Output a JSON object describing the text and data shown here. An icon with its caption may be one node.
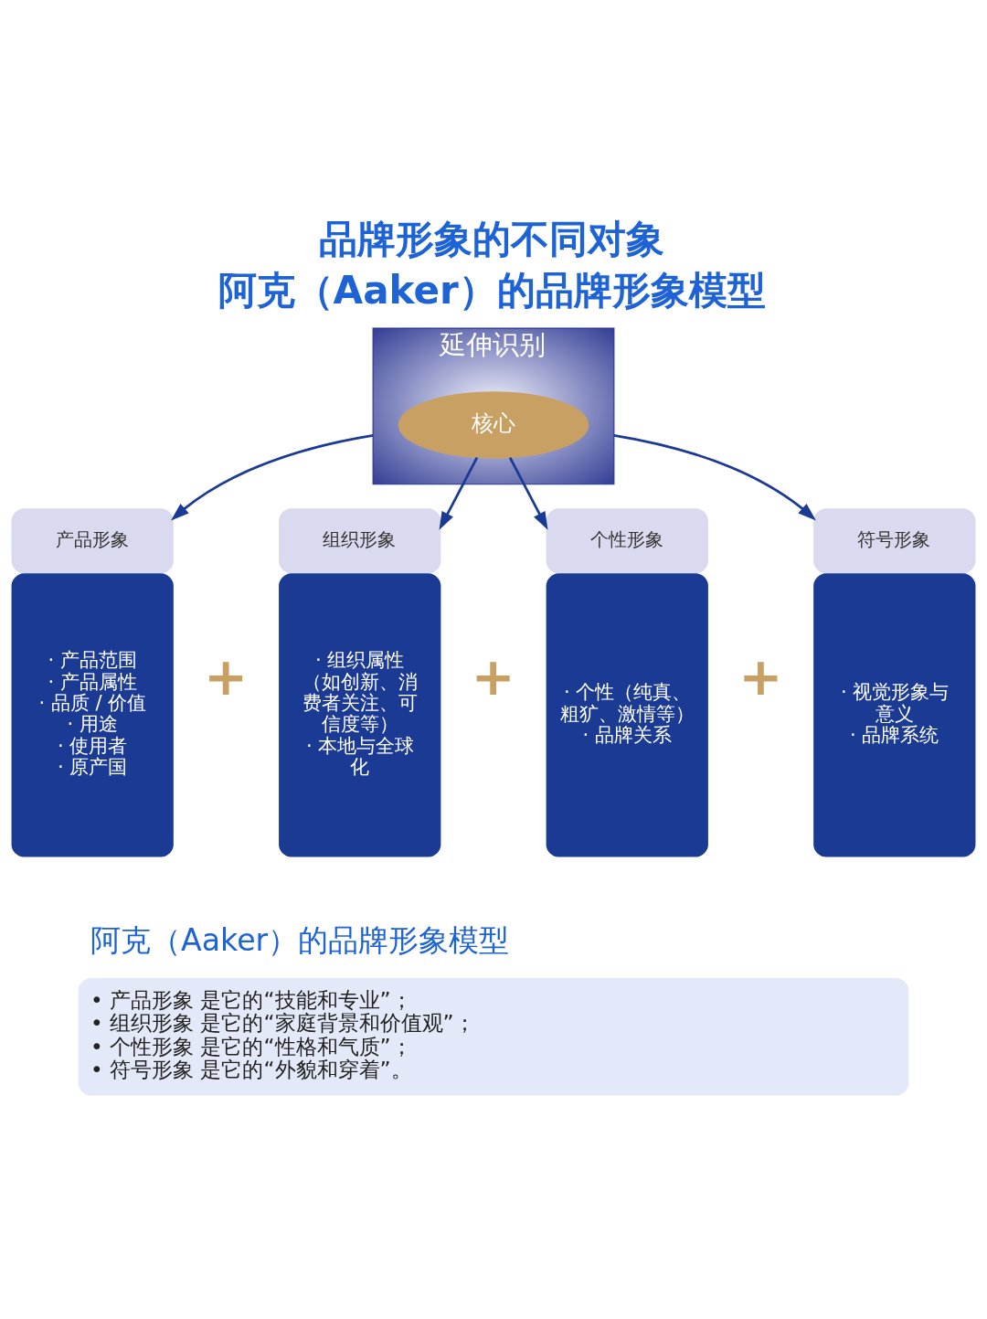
{
  "diagram": {
    "title": "品牌形象的不同对象",
    "nodes": [
      {
        "text": [
          "延伸识别"
        ]
      },
      {
        "text": [
          "核心"
        ],
        "in": 0
      },
      {
        "text": [
          "产品形象",
          "· 产品范围",
          "· 产品属性",
          "· 品质 / 价值",
          "· 用途",
          "· 使用者",
          "· 原产国"
        ]
      },
      {
        "text": [
          "组织形象",
          "· 组织属性（如创新、消费者关注、可信度等）",
          "· 本地与全球化"
        ]
      },
      {
        "text": [
          "个性形象",
          "· 个性（纯真、粗犷、激情等）",
          "· 品牌关系"
        ]
      },
      {
        "text": [
          "符号形象",
          "· 视觉形象与意义",
          "· 品牌系统"
        ]
      },
      {
        "text": [
          "阿克（Aaker）的品牌形象模型",
          "• 产品形象 是它的“技能和专业”；",
          "• 组织形象 是它的“家庭背景和价值观”；",
          "• 个性形象 是它的“性格和气质”；",
          "• 符号形象 是它的“外貌和穿着”。"
        ]
      }
    ],
    "edges": [
      {
        "from": 0,
        "to": 2,
        "arrow": "to"
      },
      {
        "from": 1,
        "to": 3,
        "arrow": "to"
      },
      {
        "from": 1,
        "to": 4,
        "arrow": "to"
      },
      {
        "from": 0,
        "to": 5,
        "arrow": "to"
      }
    ],
    "labels": [
      "阿克（Aaker）的品牌形象模型",
      "+",
      "+",
      "+"
    ]
  }
}
